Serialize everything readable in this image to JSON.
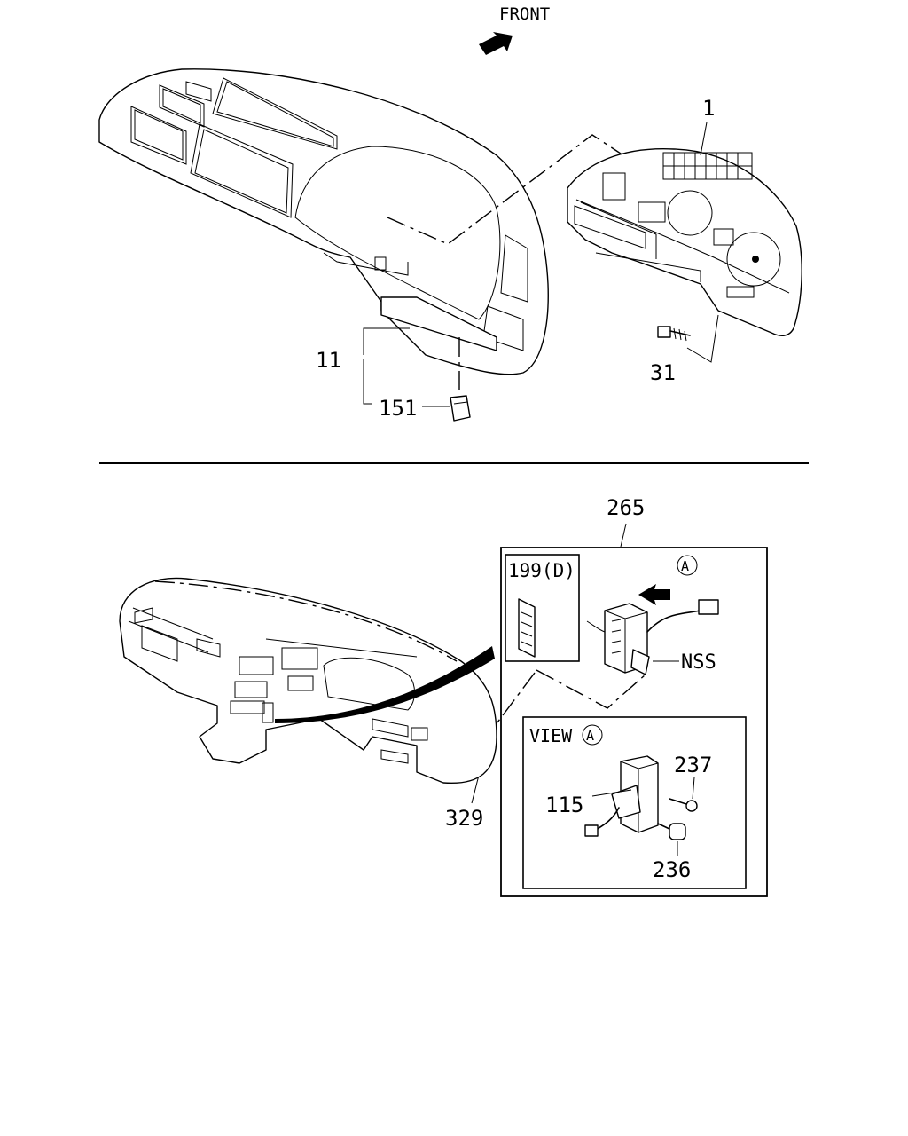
{
  "front_label": "FRONT",
  "view_label": "VIEW",
  "view_marker": "A",
  "parts": {
    "p1": "1",
    "p11": "11",
    "p31": "31",
    "p151": "151",
    "p265": "265",
    "p199": "199(D)",
    "nss": "NSS",
    "p329": "329",
    "p237": "237",
    "p115": "115",
    "p236": "236"
  }
}
